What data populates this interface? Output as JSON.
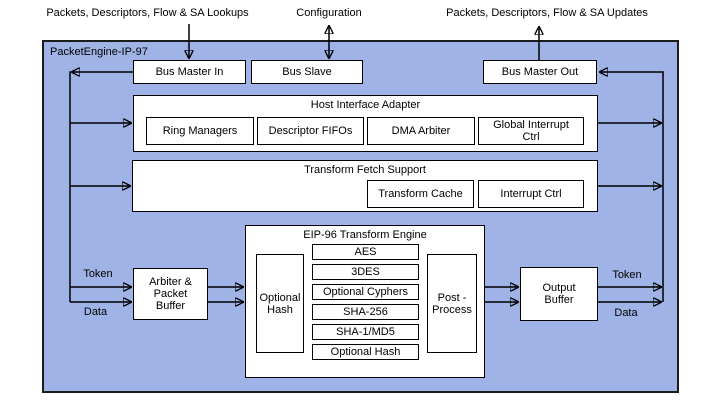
{
  "diagram": {
    "chip_title": "PacketEngine-IP-97",
    "external": {
      "lookups": "Packets, Descriptors, Flow & SA Lookups",
      "configuration": "Configuration",
      "updates": "Packets, Descriptors, Flow & SA Updates"
    },
    "bus": {
      "master_in": "Bus Master In",
      "slave": "Bus Slave",
      "master_out": "Bus Master Out"
    },
    "host_interface_adapter": {
      "title": "Host Interface Adapter",
      "blocks": [
        "Ring Managers",
        "Descriptor FIFOs",
        "DMA Arbiter",
        "Global Interrupt Ctrl"
      ]
    },
    "transform_fetch_support": {
      "title": "Transform Fetch Support",
      "blocks": [
        "Transform Cache",
        "Interrupt Ctrl"
      ]
    },
    "transform_engine": {
      "title": "EIP-96 Transform Engine",
      "input_stage": "Optional Hash",
      "crypto_stages": [
        "AES",
        "3DES",
        "Optional Cyphers",
        "SHA-256",
        "SHA-1/MD5",
        "Optional Hash"
      ],
      "output_stage": "Post - Process"
    },
    "arbiter_packet_buffer": "Arbiter & Packet Buffer",
    "output_buffer": "Output Buffer",
    "ports": {
      "token": "Token",
      "data": "Data"
    },
    "colors": {
      "chip_fill": "#9fb3e6",
      "chip_border": "#1c1c1c",
      "block_fill": "#ffffff",
      "line": "#000000"
    }
  }
}
